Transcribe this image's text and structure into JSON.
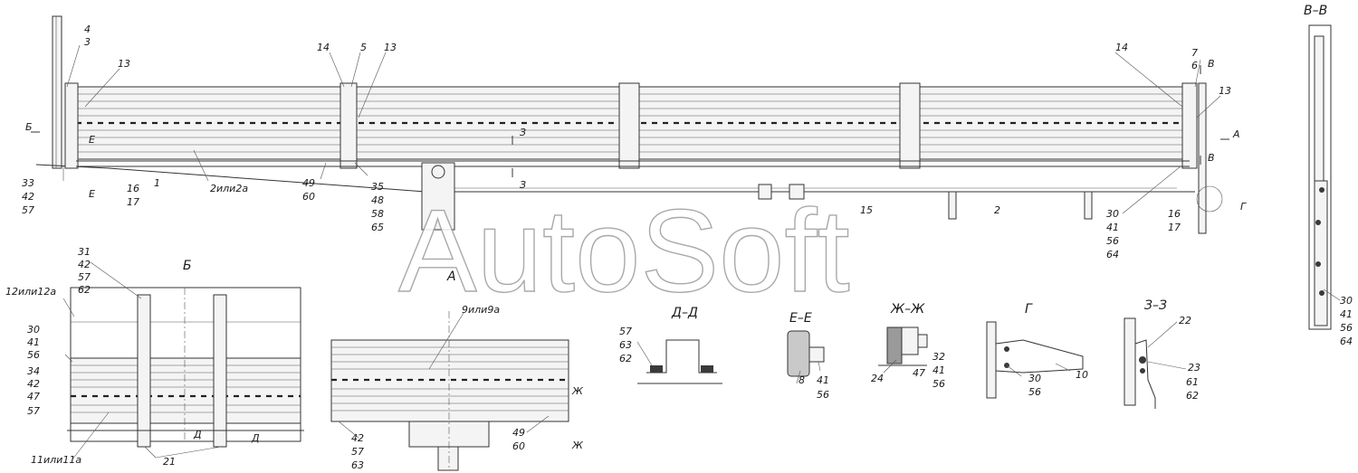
{
  "watermark": "AutoSoft",
  "views": {
    "b": "Б",
    "a": "А",
    "vv": "В–В",
    "dd": "Д–Д",
    "ee": "Е–Е",
    "zhzh": "Ж–Ж",
    "g": "Г",
    "zz": "З–З"
  },
  "main_callouts": [
    {
      "id": "c4",
      "text": "4"
    },
    {
      "id": "c3",
      "text": "3"
    },
    {
      "id": "c13a",
      "text": "13"
    },
    {
      "id": "c14a",
      "text": "14"
    },
    {
      "id": "c5",
      "text": "5"
    },
    {
      "id": "c13b",
      "text": "13"
    },
    {
      "id": "c14b",
      "text": "14"
    },
    {
      "id": "c7",
      "text": "7"
    },
    {
      "id": "c6",
      "text": "6"
    },
    {
      "id": "c13c",
      "text": "13"
    },
    {
      "id": "c33",
      "text": "33"
    },
    {
      "id": "c42a",
      "text": "42"
    },
    {
      "id": "c57a",
      "text": "57"
    },
    {
      "id": "c16a",
      "text": "16"
    },
    {
      "id": "c17a",
      "text": "17"
    },
    {
      "id": "c1",
      "text": "1"
    },
    {
      "id": "c2a",
      "text": "2или2а"
    },
    {
      "id": "c49a",
      "text": "49"
    },
    {
      "id": "c60a",
      "text": "60"
    },
    {
      "id": "c35",
      "text": "35"
    },
    {
      "id": "c48",
      "text": "48"
    },
    {
      "id": "c58",
      "text": "58"
    },
    {
      "id": "c65",
      "text": "65"
    },
    {
      "id": "c15",
      "text": "15"
    },
    {
      "id": "c2",
      "text": "2"
    },
    {
      "id": "c30a",
      "text": "30"
    },
    {
      "id": "c41a",
      "text": "41"
    },
    {
      "id": "c56a",
      "text": "56"
    },
    {
      "id": "c64a",
      "text": "64"
    },
    {
      "id": "c16b",
      "text": "16"
    },
    {
      "id": "c17b",
      "text": "17"
    }
  ],
  "section_marks": [
    {
      "id": "mB",
      "text": "Б"
    },
    {
      "id": "mA",
      "text": "А"
    },
    {
      "id": "mE",
      "text": "Е"
    },
    {
      "id": "mE2",
      "text": "Е"
    },
    {
      "id": "mZ1",
      "text": "З"
    },
    {
      "id": "mZ2",
      "text": "З"
    },
    {
      "id": "mV1",
      "text": "В"
    },
    {
      "id": "mV2",
      "text": "В"
    },
    {
      "id": "mG",
      "text": "Г"
    },
    {
      "id": "mD1",
      "text": "Д"
    },
    {
      "id": "mD2",
      "text": "Д"
    },
    {
      "id": "mZh1",
      "text": "Ж"
    },
    {
      "id": "mZh2",
      "text": "Ж"
    }
  ],
  "view_b_callouts": [
    {
      "id": "b31",
      "text": "31"
    },
    {
      "id": "b42",
      "text": "42"
    },
    {
      "id": "b57",
      "text": "57"
    },
    {
      "id": "b62",
      "text": "62"
    },
    {
      "id": "b12",
      "text": "12или12а"
    },
    {
      "id": "b30",
      "text": "30"
    },
    {
      "id": "b41",
      "text": "41"
    },
    {
      "id": "b56",
      "text": "56"
    },
    {
      "id": "b34",
      "text": "34"
    },
    {
      "id": "b42b",
      "text": "42"
    },
    {
      "id": "b47",
      "text": "47"
    },
    {
      "id": "b57b",
      "text": "57"
    },
    {
      "id": "b11",
      "text": "11или11а"
    },
    {
      "id": "b21",
      "text": "21"
    }
  ],
  "view_a_callouts": [
    {
      "id": "a9",
      "text": "9или9а"
    },
    {
      "id": "a42",
      "text": "42"
    },
    {
      "id": "a57",
      "text": "57"
    },
    {
      "id": "a63",
      "text": "63"
    },
    {
      "id": "a49",
      "text": "49"
    },
    {
      "id": "a60",
      "text": "60"
    }
  ],
  "dd_callouts": [
    {
      "id": "d57",
      "text": "57"
    },
    {
      "id": "d63",
      "text": "63"
    },
    {
      "id": "d62",
      "text": "62"
    }
  ],
  "ee_callouts": [
    {
      "id": "e8",
      "text": "8"
    },
    {
      "id": "e41",
      "text": "41"
    },
    {
      "id": "e56",
      "text": "56"
    }
  ],
  "zh_callouts": [
    {
      "id": "z24",
      "text": "24"
    },
    {
      "id": "z32",
      "text": "32"
    },
    {
      "id": "z47",
      "text": "47"
    },
    {
      "id": "z41",
      "text": "41"
    },
    {
      "id": "z56",
      "text": "56"
    }
  ],
  "g_callouts": [
    {
      "id": "g30",
      "text": "30"
    },
    {
      "id": "g56",
      "text": "56"
    },
    {
      "id": "g10",
      "text": "10"
    }
  ],
  "zz_callouts": [
    {
      "id": "zz22",
      "text": "22"
    },
    {
      "id": "zz23",
      "text": "23"
    },
    {
      "id": "zz61",
      "text": "61"
    },
    {
      "id": "zz62",
      "text": "62"
    }
  ],
  "vv_callouts": [
    {
      "id": "v30",
      "text": "30"
    },
    {
      "id": "v41",
      "text": "41"
    },
    {
      "id": "v56",
      "text": "56"
    },
    {
      "id": "v64",
      "text": "64"
    }
  ]
}
